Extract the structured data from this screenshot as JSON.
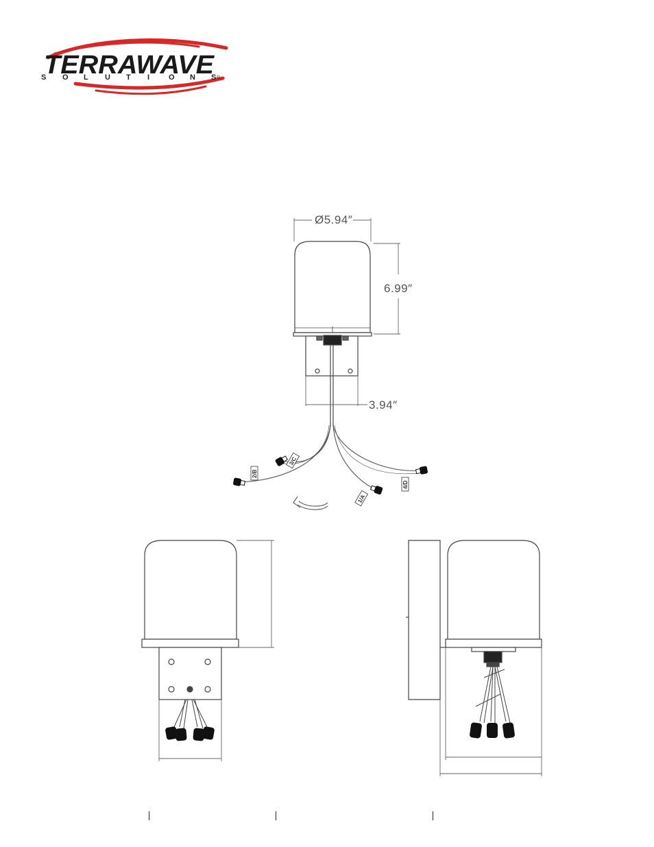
{
  "logo": {
    "word": "TERRAWAVE",
    "sub_letters": [
      "S",
      "O",
      "L",
      "U",
      "T",
      "I",
      "O",
      "N",
      "S"
    ],
    "registered": "®",
    "colors": {
      "swoosh": "#d62828",
      "text": "#1a1a1a"
    }
  },
  "dimensions": {
    "diameter": "Ø5.94″",
    "height": "6.99″",
    "bracket_width": "3.94″"
  },
  "connector_tags": [
    "3/C",
    "2/B",
    "1/A",
    "4/D"
  ],
  "colors": {
    "line": "#444444",
    "dim_line": "#666666",
    "connector": "#111111"
  }
}
